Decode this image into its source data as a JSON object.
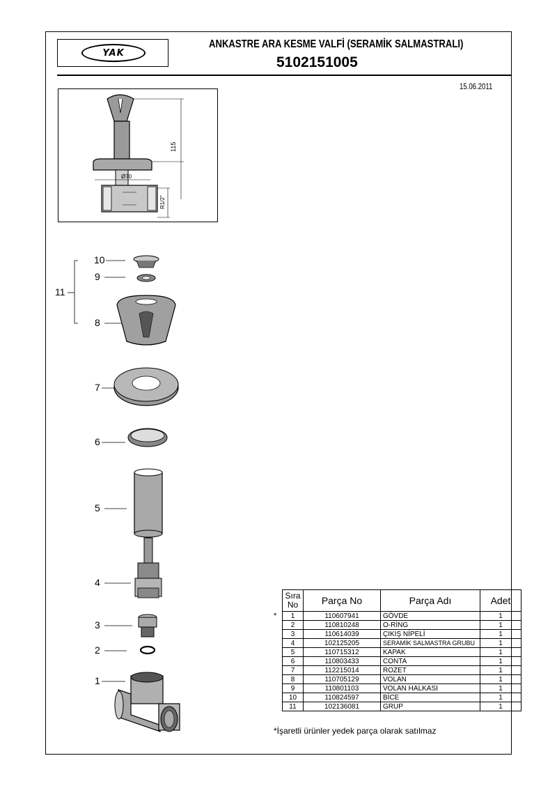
{
  "header": {
    "logo_text": "YAK",
    "title": "ANKASTRE ARA KESME VALFİ (SERAMİK  SALMASTRALI)",
    "product_code": "5102151005",
    "date": "15.06.2011"
  },
  "dimensions": {
    "height": "115",
    "diameter": "Ø70",
    "thread": "R1/2\""
  },
  "callouts": [
    "10",
    "9",
    "11",
    "8",
    "7",
    "6",
    "5",
    "4",
    "3",
    "2",
    "1"
  ],
  "table": {
    "headers": {
      "no": "Sıra No",
      "part_no": "Parça No",
      "part_name": "Parça Adı",
      "qty": "Adet"
    },
    "rows": [
      {
        "no": "1",
        "part_no": "110607941",
        "name": "GÖVDE",
        "qty": "1"
      },
      {
        "no": "2",
        "part_no": "110810248",
        "name": "O-RİNG",
        "qty": "1"
      },
      {
        "no": "3",
        "part_no": "110614039",
        "name": "ÇIKIŞ NİPELİ",
        "qty": "1"
      },
      {
        "no": "4",
        "part_no": "102125205",
        "name": "SERAMİK SALMASTRA GRUBU",
        "qty": "1"
      },
      {
        "no": "5",
        "part_no": "110715312",
        "name": "KAPAK",
        "qty": "1"
      },
      {
        "no": "6",
        "part_no": "110803433",
        "name": "CONTA",
        "qty": "1"
      },
      {
        "no": "7",
        "part_no": "112215014",
        "name": "ROZET",
        "qty": "1"
      },
      {
        "no": "8",
        "part_no": "110705129",
        "name": "VOLAN",
        "qty": "1"
      },
      {
        "no": "9",
        "part_no": "110801103",
        "name": "VOLAN HALKASI",
        "qty": "1"
      },
      {
        "no": "10",
        "part_no": "110824597",
        "name": "BİCE",
        "qty": "1"
      },
      {
        "no": "11",
        "part_no": "102136081",
        "name": "GRUP",
        "qty": "1"
      }
    ]
  },
  "star_mark": "*",
  "footnote": "*İşaretli ürünler yedek parça olarak satılmaz"
}
